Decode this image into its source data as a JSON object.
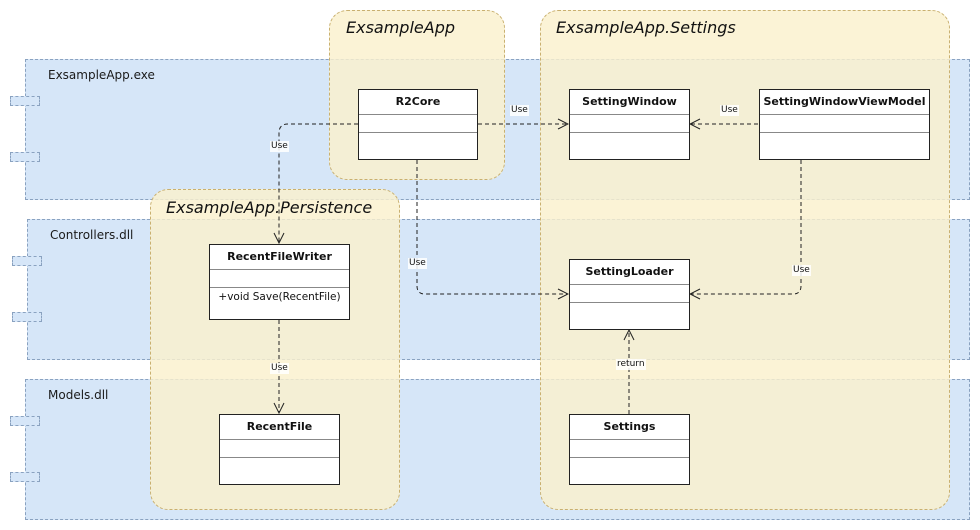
{
  "assemblies": [
    {
      "id": "exe",
      "label": "ExsampleApp.exe"
    },
    {
      "id": "controllers",
      "label": "Controllers.dll"
    },
    {
      "id": "models",
      "label": "Models.dll"
    }
  ],
  "packages": [
    {
      "id": "app",
      "label": "ExsampleApp"
    },
    {
      "id": "settings",
      "label": "ExsampleApp.Settings"
    },
    {
      "id": "persistence",
      "label": "ExsampleApp.Persistence"
    }
  ],
  "classes": {
    "r2core": {
      "name": "R2Core"
    },
    "setting_window": {
      "name": "SettingWindow"
    },
    "setting_window_vm": {
      "name": "SettingWindowViewModel"
    },
    "recent_file_writer": {
      "name": "RecentFileWriter",
      "operation": "+void Save(RecentFile)"
    },
    "setting_loader": {
      "name": "SettingLoader"
    },
    "recent_file": {
      "name": "RecentFile"
    },
    "settings": {
      "name": "Settings"
    }
  },
  "relations": [
    {
      "from": "R2Core",
      "to": "SettingWindow",
      "label": "Use"
    },
    {
      "from": "SettingWindowViewModel",
      "to": "SettingWindow",
      "label": "Use"
    },
    {
      "from": "R2Core",
      "to": "RecentFileWriter",
      "label": "Use"
    },
    {
      "from": "R2Core",
      "to": "SettingLoader",
      "label": "Use"
    },
    {
      "from": "SettingWindowViewModel",
      "to": "SettingLoader",
      "label": "Use"
    },
    {
      "from": "RecentFileWriter",
      "to": "RecentFile",
      "label": "Use"
    },
    {
      "from": "Settings",
      "to": "SettingLoader",
      "label": "return"
    }
  ]
}
